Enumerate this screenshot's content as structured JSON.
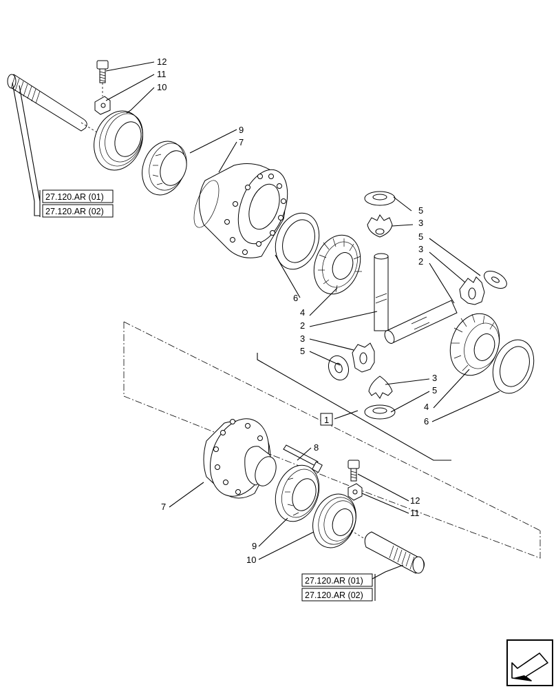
{
  "callouts": {
    "c12a": "12",
    "c11a": "11",
    "c10a": "10",
    "c9a": "9",
    "c7a": "7",
    "c5a": "5",
    "c3a": "3",
    "c5b": "5",
    "c3b": "3",
    "c2a": "2",
    "c6a": "6",
    "c4a": "4",
    "c2b": "2",
    "c3c": "3",
    "c5c": "5",
    "c3d": "3",
    "c5d": "5",
    "c4b": "4",
    "c6b": "6",
    "c1": "1",
    "c8": "8",
    "c7b": "7",
    "c12b": "12",
    "c11b": "11",
    "c9b": "9",
    "c10b": "10"
  },
  "references": {
    "top": [
      "27.120.AR (01)",
      "27.120.AR (02)"
    ],
    "bottom": [
      "27.120.AR (01)",
      "27.120.AR (02)"
    ]
  },
  "icons": {
    "nav": "arrow-down-left-icon"
  }
}
